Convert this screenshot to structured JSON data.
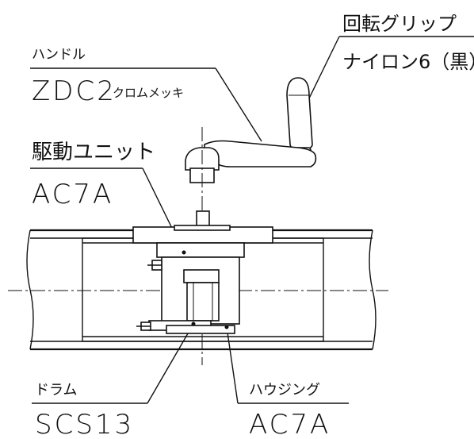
{
  "labels": {
    "grip": {
      "name": "回転グリップ",
      "material": "ナイロン6（黒）"
    },
    "handle": {
      "name": "ハンドル",
      "material": "ZDC2",
      "finish": "クロムメッキ"
    },
    "drive_unit": {
      "name": "駆動ユニット",
      "material": "AC7A"
    },
    "drum": {
      "name": "ドラム",
      "material": "SCS13"
    },
    "housing": {
      "name": "ハウジング",
      "material": "AC7A"
    }
  }
}
